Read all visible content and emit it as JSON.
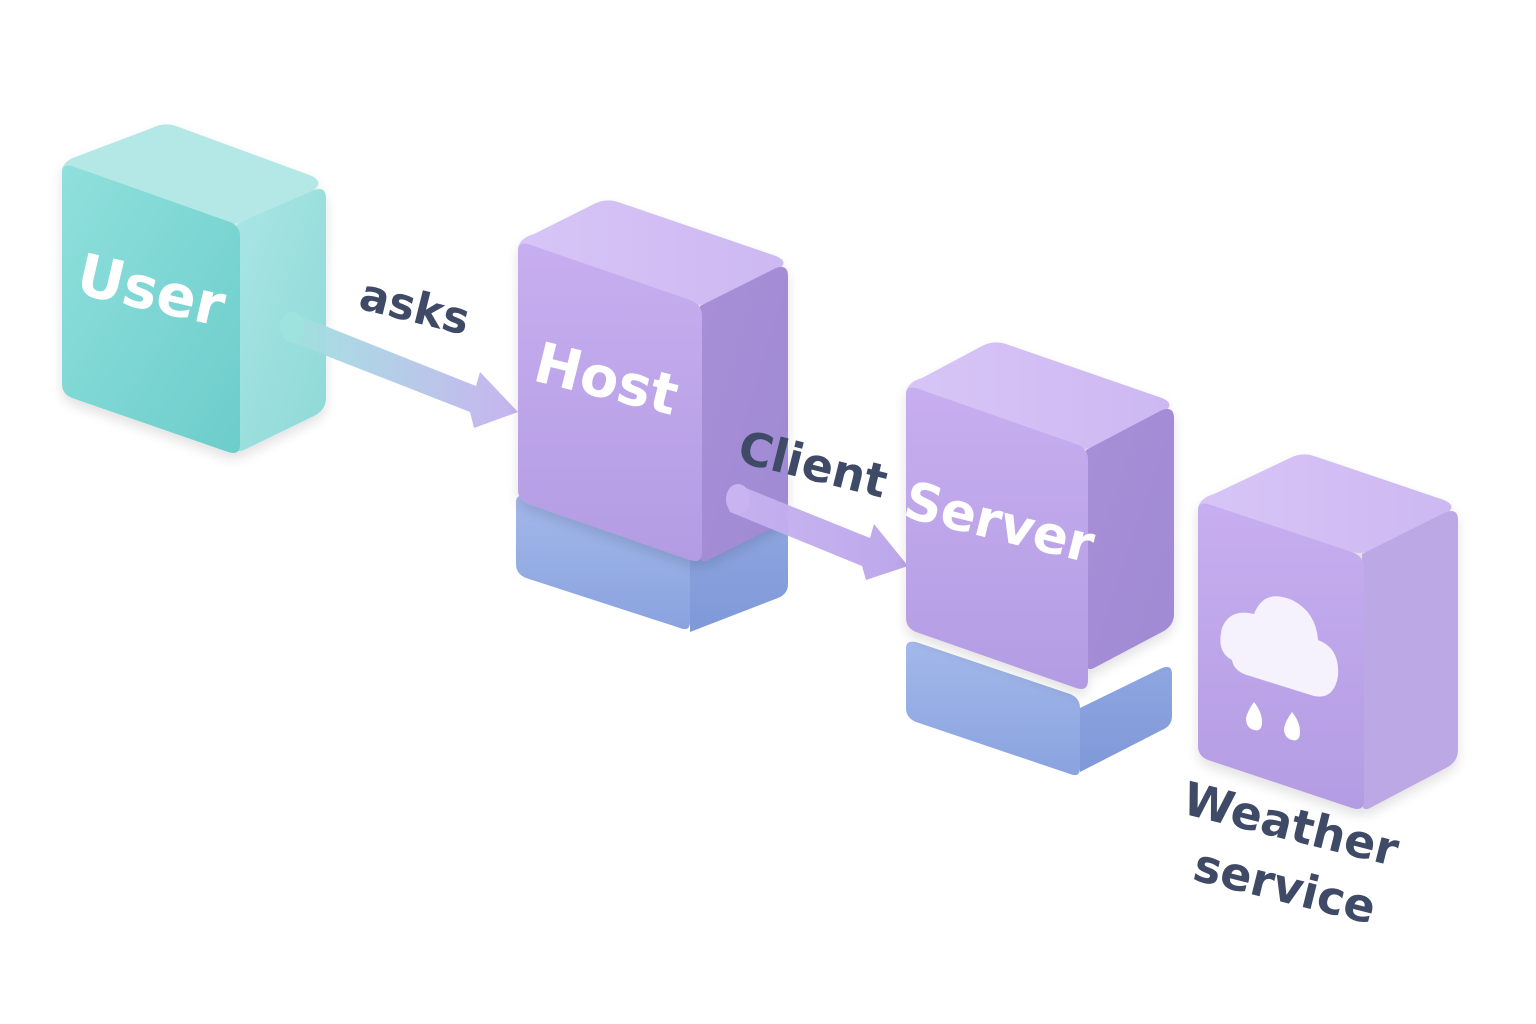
{
  "nodes": {
    "user": {
      "label": "User"
    },
    "host": {
      "label": "Host"
    },
    "server": {
      "label": "Server"
    },
    "weather": {
      "label_line1": "Weather",
      "label_line2": "service",
      "icon": "cloud-rain-icon"
    }
  },
  "edges": {
    "user_to_host": {
      "label": "asks"
    },
    "host_to_server": {
      "label": "Client"
    }
  },
  "colors": {
    "teal": "#7fd6d4",
    "purple": "#b9a3e6",
    "blue_base": "#8fa8e2",
    "label_dark": "#3e4a66",
    "label_light": "#ffffff"
  }
}
